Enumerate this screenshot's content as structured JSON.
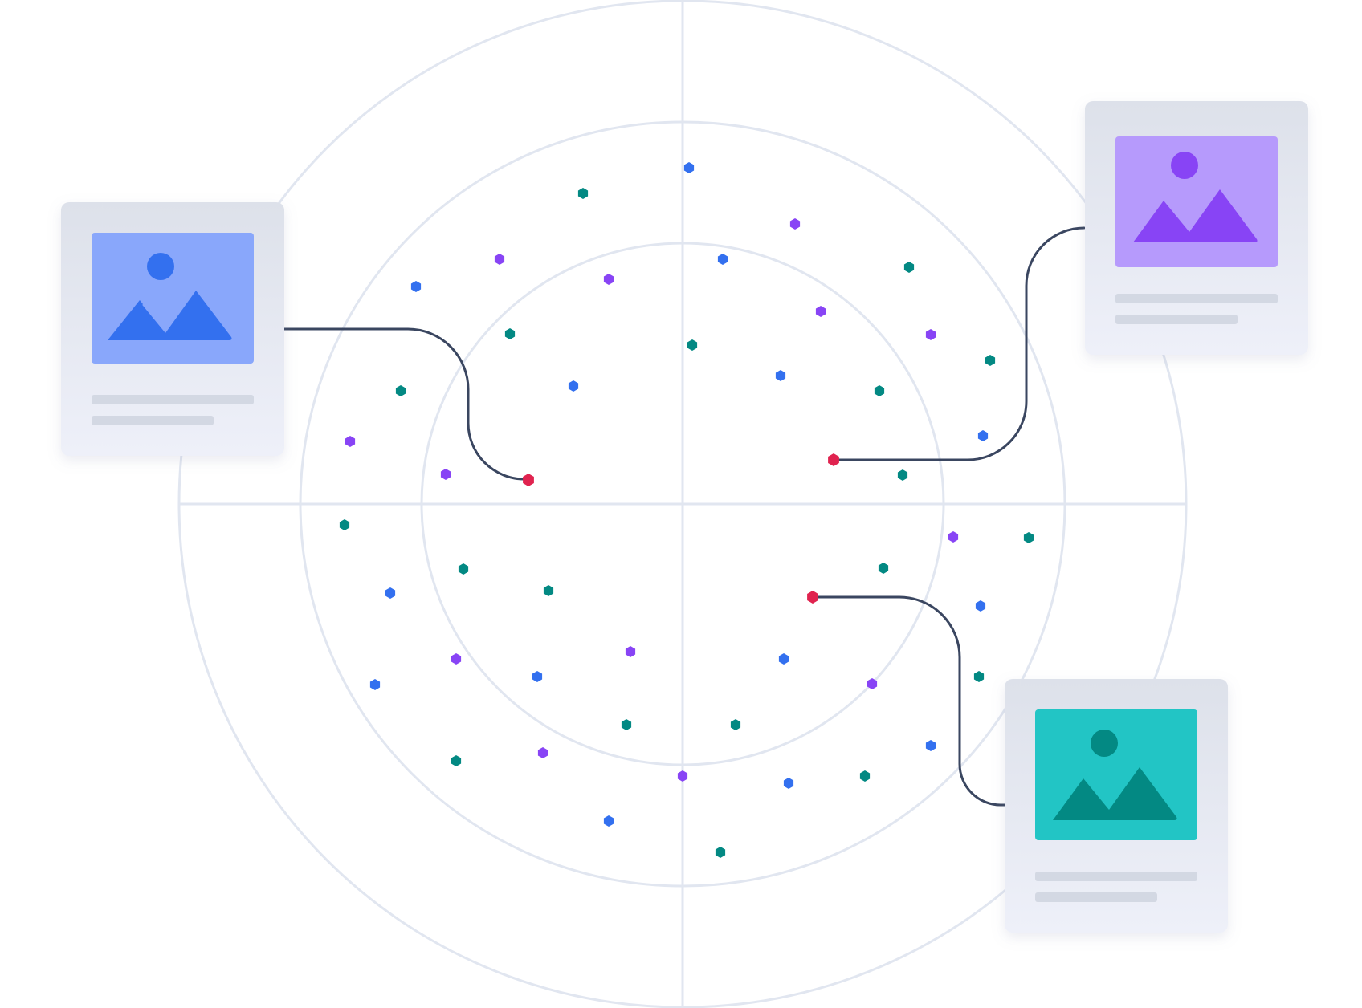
{
  "colors": {
    "background": "#ffffff",
    "grid": "#e1e6f0",
    "connector": "#3a4660",
    "highlight": "#e0234f",
    "blue": "#3370ef",
    "purple": "#8844f5",
    "teal": "#038983",
    "card_top": "#dde1ea",
    "card_bottom": "#eef0f9",
    "text_placeholder": "#d3d8e3"
  },
  "cards": [
    {
      "id": "card-blue",
      "image_bg": "#89a7fb",
      "image_fg": "#3370ef",
      "icon": "image-placeholder-icon"
    },
    {
      "id": "card-purple",
      "image_bg": "#b69afc",
      "image_fg": "#8844f5",
      "icon": "image-placeholder-icon"
    },
    {
      "id": "card-teal",
      "image_bg": "#22c5c5",
      "image_fg": "#038983",
      "icon": "image-placeholder-icon"
    }
  ]
}
